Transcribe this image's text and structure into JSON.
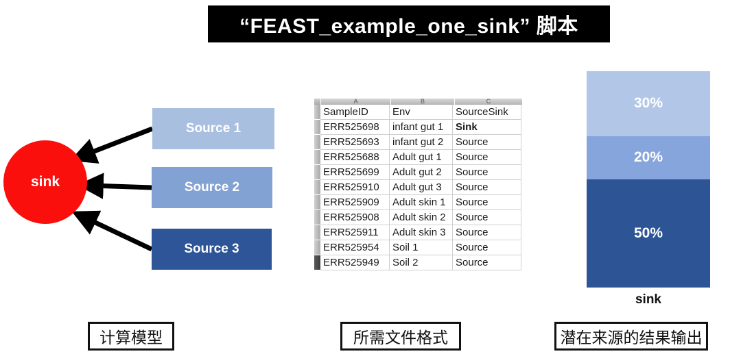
{
  "title": {
    "text": "“FEAST_example_one_sink” 脚本"
  },
  "diagram": {
    "sink_label": "sink",
    "sources": [
      {
        "label": "Source 1",
        "color": "#a8bfe0"
      },
      {
        "label": "Source 2",
        "color": "#82a2d4"
      },
      {
        "label": "Source 3",
        "color": "#2e5597"
      }
    ],
    "sink_color": "#fa0f0c",
    "arrow_color": "#000000"
  },
  "table": {
    "excel_columns": [
      "A",
      "B",
      "C"
    ],
    "headers": [
      "SampleID",
      "Env",
      "SourceSink"
    ],
    "rows": [
      {
        "sample_id": "ERR525698",
        "env": "infant gut 1",
        "source_sink": "Sink"
      },
      {
        "sample_id": "ERR525693",
        "env": "infant gut 2",
        "source_sink": "Source"
      },
      {
        "sample_id": "ERR525688",
        "env": "Adult gut 1",
        "source_sink": "Source"
      },
      {
        "sample_id": "ERR525699",
        "env": "Adult gut 2",
        "source_sink": "Source"
      },
      {
        "sample_id": "ERR525910",
        "env": "Adult gut 3",
        "source_sink": "Source"
      },
      {
        "sample_id": "ERR525909",
        "env": "Adult skin 1",
        "source_sink": "Source"
      },
      {
        "sample_id": "ERR525908",
        "env": "Adult skin 2",
        "source_sink": "Source"
      },
      {
        "sample_id": "ERR525911",
        "env": "Adult skin 3",
        "source_sink": "Source"
      },
      {
        "sample_id": "ERR525954",
        "env": "Soil 1",
        "source_sink": "Source"
      },
      {
        "sample_id": "ERR525949",
        "env": "Soil 2",
        "source_sink": "Source"
      }
    ]
  },
  "captions": [
    {
      "text": "计算模型"
    },
    {
      "text": "所需文件格式"
    },
    {
      "text": "潜在来源的结果输出"
    }
  ],
  "chart_data": {
    "type": "bar",
    "title": "",
    "xlabel": "",
    "ylabel": "",
    "categories": [
      "sink"
    ],
    "stacked": true,
    "axis_label": "sink",
    "segments": [
      {
        "name": "Source 1",
        "label": "30%",
        "value": 30,
        "color": "#b2c6e8"
      },
      {
        "name": "Source 2",
        "label": "20%",
        "value": 20,
        "color": "#86a5dc"
      },
      {
        "name": "Source 3",
        "label": "50%",
        "value": 50,
        "color": "#2d5596"
      }
    ],
    "ylim": [
      0,
      100
    ],
    "grid": false,
    "legend": "none"
  }
}
